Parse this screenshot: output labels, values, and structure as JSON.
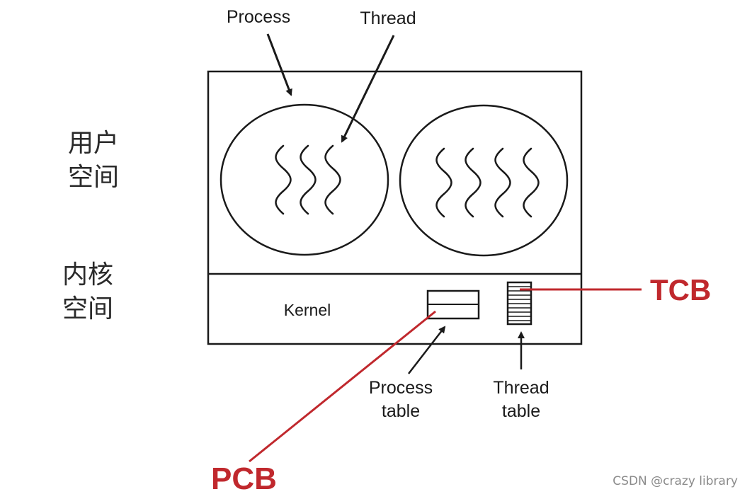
{
  "labels": {
    "process": "Process",
    "thread": "Thread",
    "kernel": "Kernel",
    "process_table": [
      "Process",
      "table"
    ],
    "thread_table": [
      "Thread",
      "table"
    ]
  },
  "side_labels": {
    "user_space": [
      "用户",
      "空间"
    ],
    "kernel_space": [
      "内核",
      "空间"
    ]
  },
  "annotations": {
    "tcb": "TCB",
    "pcb": "PCB"
  },
  "watermark": "CSDN @crazy library",
  "colors": {
    "ink": "#1a1a1a",
    "annotation_red": "#c0282d",
    "background": "#ffffff"
  }
}
